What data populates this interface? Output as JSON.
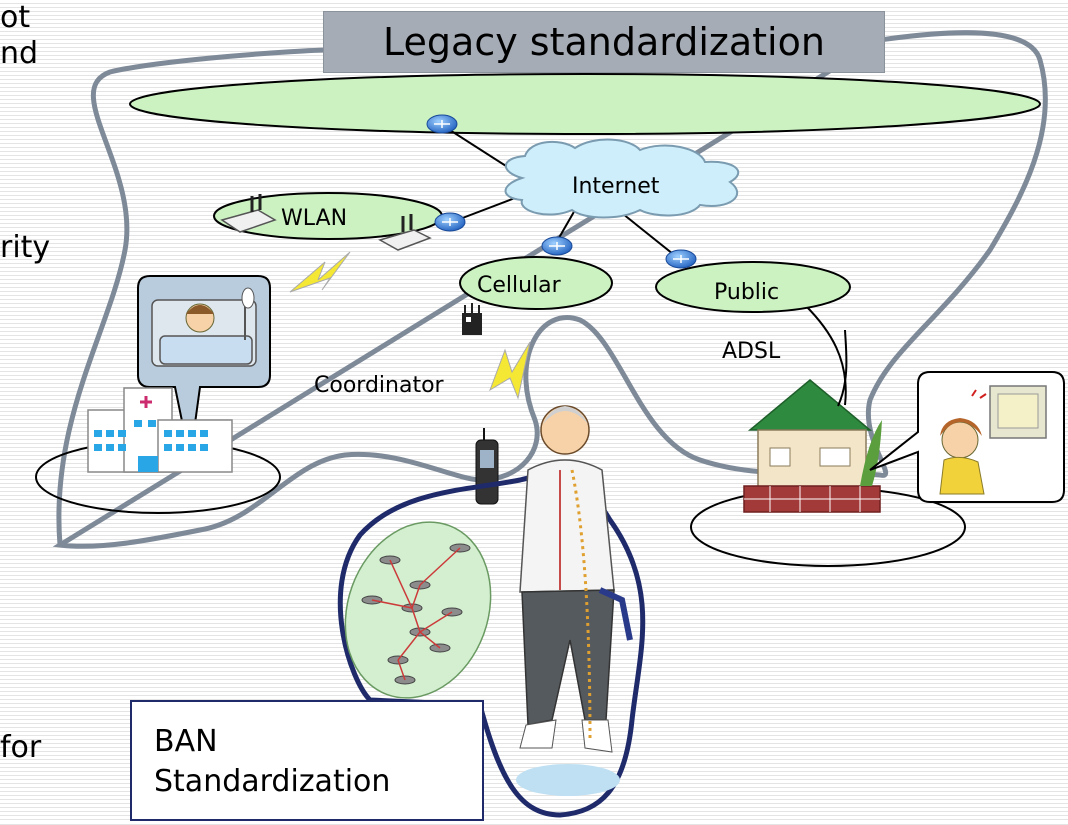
{
  "left_text_fragments": [
    "ot",
    "nd",
    "rity",
    "for"
  ],
  "labels": {
    "legacy": "Legacy standardization",
    "internet": "Internet",
    "wlan": "WLAN",
    "cellular": "Cellular",
    "public": "Public",
    "adsl": "ADSL",
    "coordinator": "Coordinator",
    "ban_line1": "BAN",
    "ban_line2": "Standardization"
  },
  "colors": {
    "oval_fill": "#ccf2c2",
    "cloud_fill": "#cdeefa",
    "boundary": "#7f8a99",
    "ban_boundary": "#1f2a6b",
    "lightning": "#f5e834",
    "router": "#2d6fd1"
  }
}
